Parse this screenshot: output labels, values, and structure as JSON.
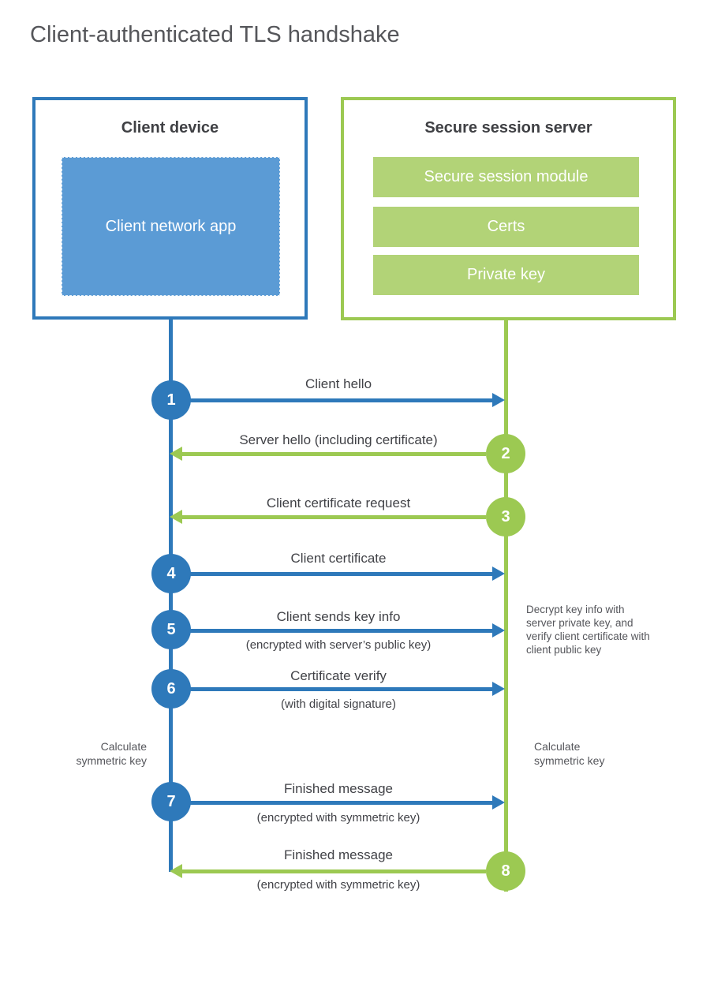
{
  "title": "Client-authenticated TLS handshake",
  "colors": {
    "blue": "#2e79ba",
    "blue_light": "#5b9bd5",
    "green": "#9cc952",
    "green_light": "#b2d377",
    "text_dark": "#414247",
    "text_gray": "#55565a"
  },
  "client": {
    "title": "Client device",
    "app_label": "Client network app"
  },
  "server": {
    "title": "Secure session server",
    "modules": [
      "Secure session module",
      "Certs",
      "Private key"
    ]
  },
  "steps": [
    {
      "num": "1",
      "direction": "client-to-server",
      "label": "Client hello",
      "sub": ""
    },
    {
      "num": "2",
      "direction": "server-to-client",
      "label": "Server hello (including certificate)",
      "sub": ""
    },
    {
      "num": "3",
      "direction": "server-to-client",
      "label": "Client certificate request",
      "sub": ""
    },
    {
      "num": "4",
      "direction": "client-to-server",
      "label": "Client certificate",
      "sub": ""
    },
    {
      "num": "5",
      "direction": "client-to-server",
      "label": "Client sends key info",
      "sub": "(encrypted with server’s public key)"
    },
    {
      "num": "6",
      "direction": "client-to-server",
      "label": "Certificate verify",
      "sub": "(with digital signature)"
    },
    {
      "num": "7",
      "direction": "client-to-server",
      "label": "Finished message",
      "sub": "(encrypted with symmetric key)"
    },
    {
      "num": "8",
      "direction": "server-to-client",
      "label": "Finished message",
      "sub": "(encrypted with symmetric key)"
    }
  ],
  "annotations": {
    "decrypt_note": "Decrypt key info with server private key, and verify client certificate with client public key",
    "calc_left": "Calculate symmetric key",
    "calc_right": "Calculate symmetric key"
  }
}
